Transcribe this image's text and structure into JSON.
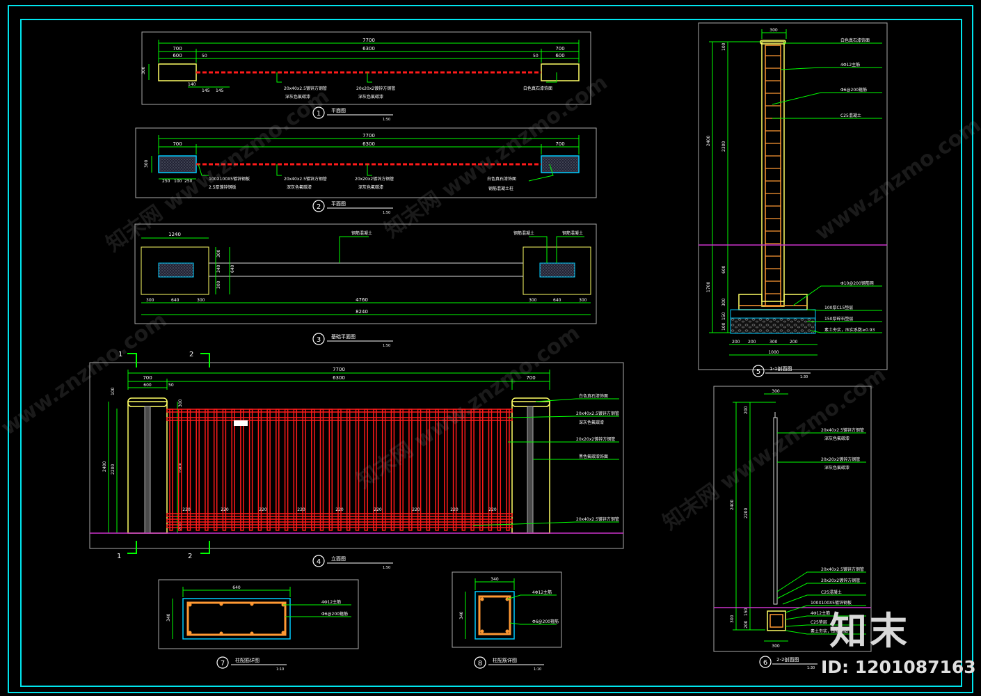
{
  "drawing": {
    "colors": {
      "background": "#000000",
      "frame": "#00e5ee",
      "dimension": "#00ff00",
      "post": "#ffff66",
      "rail": "#ff1a1a",
      "leader": "#00ff00",
      "ground": "#cc33cc",
      "concrete": "#00ccff",
      "rebar": "#ff9933",
      "text": "#ffffff",
      "outline": "#dddddd"
    },
    "views": [
      {
        "num": "1",
        "label": "平面图",
        "scale": "1:50"
      },
      {
        "num": "2",
        "label": "平面图",
        "scale": "1:50"
      },
      {
        "num": "3",
        "label": "基础平面图",
        "scale": "1:50"
      },
      {
        "num": "4",
        "label": "立面图",
        "scale": "1:50"
      },
      {
        "num": "5",
        "label": "1-1剖面图",
        "scale": "1:30"
      },
      {
        "num": "6",
        "label": "2-2剖面图",
        "scale": "1:30"
      },
      {
        "num": "7",
        "label": "柱配筋详图",
        "scale": "1:10"
      },
      {
        "num": "8",
        "label": "柱配筋详图",
        "scale": "1:10"
      }
    ],
    "dims": {
      "total": "7700",
      "span": "6300",
      "post": "700",
      "post_inner": "600",
      "small": "50",
      "v1_bottom": [
        "140",
        "145",
        "145"
      ],
      "v2_bottom": [
        "250",
        "100",
        "250"
      ],
      "v3_top": "1240",
      "v3_total": "8240",
      "v3_span": "4760",
      "v3_sides": [
        "300",
        "640",
        "300"
      ],
      "v3_height": "640",
      "v3_v": [
        "300",
        "340",
        "300"
      ],
      "v4_height": "2400",
      "v4_inner": "2200",
      "v4_cap": "100",
      "v4_fence": "1900",
      "v4_spacing": "220",
      "v5_width": "300",
      "v5_total": "2400",
      "v5_above": "2300",
      "v5_found": "1700",
      "v5_below": [
        "600",
        "300",
        "150",
        "100"
      ],
      "v5_base": [
        "1000",
        "200",
        "300",
        "200"
      ],
      "v6_width": "300",
      "v6_total": "2400",
      "v6_v": [
        "200",
        "2200",
        "300",
        "150",
        "200"
      ],
      "v7_w": "640",
      "v7_h": "340",
      "v8_w": "340",
      "v8_h": "340"
    },
    "notes": {
      "v1": [
        "20x40x2.5镀锌方钢管",
        "深灰色氟碳漆",
        "20x20x2镀锌方钢管",
        "深灰色氟碳漆",
        "白色真石漆饰面"
      ],
      "v2": [
        "100X100X5镀锌钢板",
        "2.5厚镀锌钢板",
        "20x40x2.5镀锌方钢管",
        "深灰色氟碳漆",
        "20x20x2镀锌方钢管",
        "深灰色氟碳漆",
        "白色真石漆饰面",
        "钢筋混凝土柱"
      ],
      "v3": [
        "钢筋混凝土",
        "钢筋混凝土",
        "钢筋混凝土"
      ],
      "v4": [
        "白色真石漆饰面",
        "20x40x2.5镀锌方钢管",
        "深灰色氟碳漆",
        "20x20x2镀锌方钢管",
        "黑色氟碳漆饰面",
        "20x40x2.5镀锌方钢管"
      ],
      "v5": [
        "白色真石漆饰面",
        "4Φ12主筋",
        "Φ6@200箍筋",
        "C25混凝土",
        "Φ10@200钢筋网",
        "100厚C15垫层",
        "150厚碎石垫层",
        "素土夯实，压实系数≥0.93"
      ],
      "v6": [
        "20x40x2.5镀锌方钢管",
        "深灰色氟碳漆",
        "20x20x2镀锌方钢管",
        "深灰色氟碳漆",
        "20x40x2.5镀锌方钢管",
        "20x20x2镀锌方钢管",
        "C25混凝土",
        "100X100X5镀锌钢板",
        "4Φ12主筋",
        "C25垫层",
        "素土夯实，压实系数"
      ],
      "v7": [
        "4Φ12主筋",
        "Φ6@200箍筋"
      ],
      "v8": [
        "4Φ12主筋",
        "Φ6@200箍筋"
      ]
    },
    "section_marks": [
      "1",
      "1",
      "2",
      "2"
    ],
    "watermarks": [
      "知末网 www.znzmo.com",
      "www.znzmo.com"
    ],
    "logo": "知末",
    "id_label": "ID: 1201087163"
  }
}
